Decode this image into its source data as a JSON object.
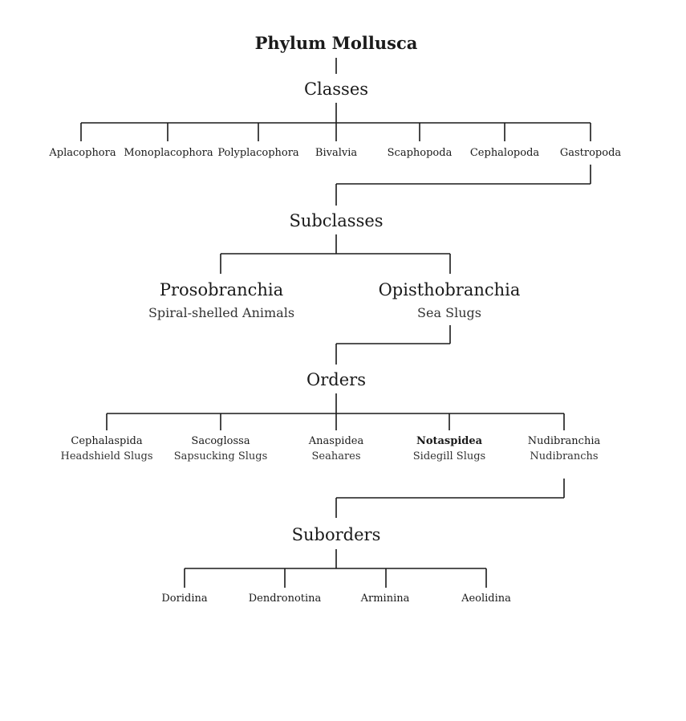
{
  "title": "Phylum Mollusca",
  "classes": {
    "heading": "Classes",
    "items": [
      "Aplacophora",
      "Monoplacophora",
      "Polyplacophora",
      "Bivalvia",
      "Scaphopoda",
      "Cephalopoda",
      "Gastropoda"
    ]
  },
  "subclasses": {
    "heading": "Subclasses",
    "items": [
      {
        "name": "Prosobranchia",
        "desc": "Spiral-shelled Animals"
      },
      {
        "name": "Opisthobranchia",
        "desc": "Sea Slugs"
      }
    ]
  },
  "orders": {
    "heading": "Orders",
    "items": [
      {
        "name": "Cephalaspida",
        "desc": "Headshield Slugs"
      },
      {
        "name": "Sacoglossa",
        "desc": "Sapsucking Slugs"
      },
      {
        "name": "Anaspidea",
        "desc": "Seahares"
      },
      {
        "name": "Notaspidea",
        "desc": "Sidegill Slugs"
      },
      {
        "name": "Nudibranchia",
        "desc": "Nudibranchs"
      }
    ]
  },
  "suborders": {
    "heading": "Suborders",
    "items": [
      "Doridina",
      "Dendronotina",
      "Arminina",
      "Aeolidina"
    ]
  }
}
